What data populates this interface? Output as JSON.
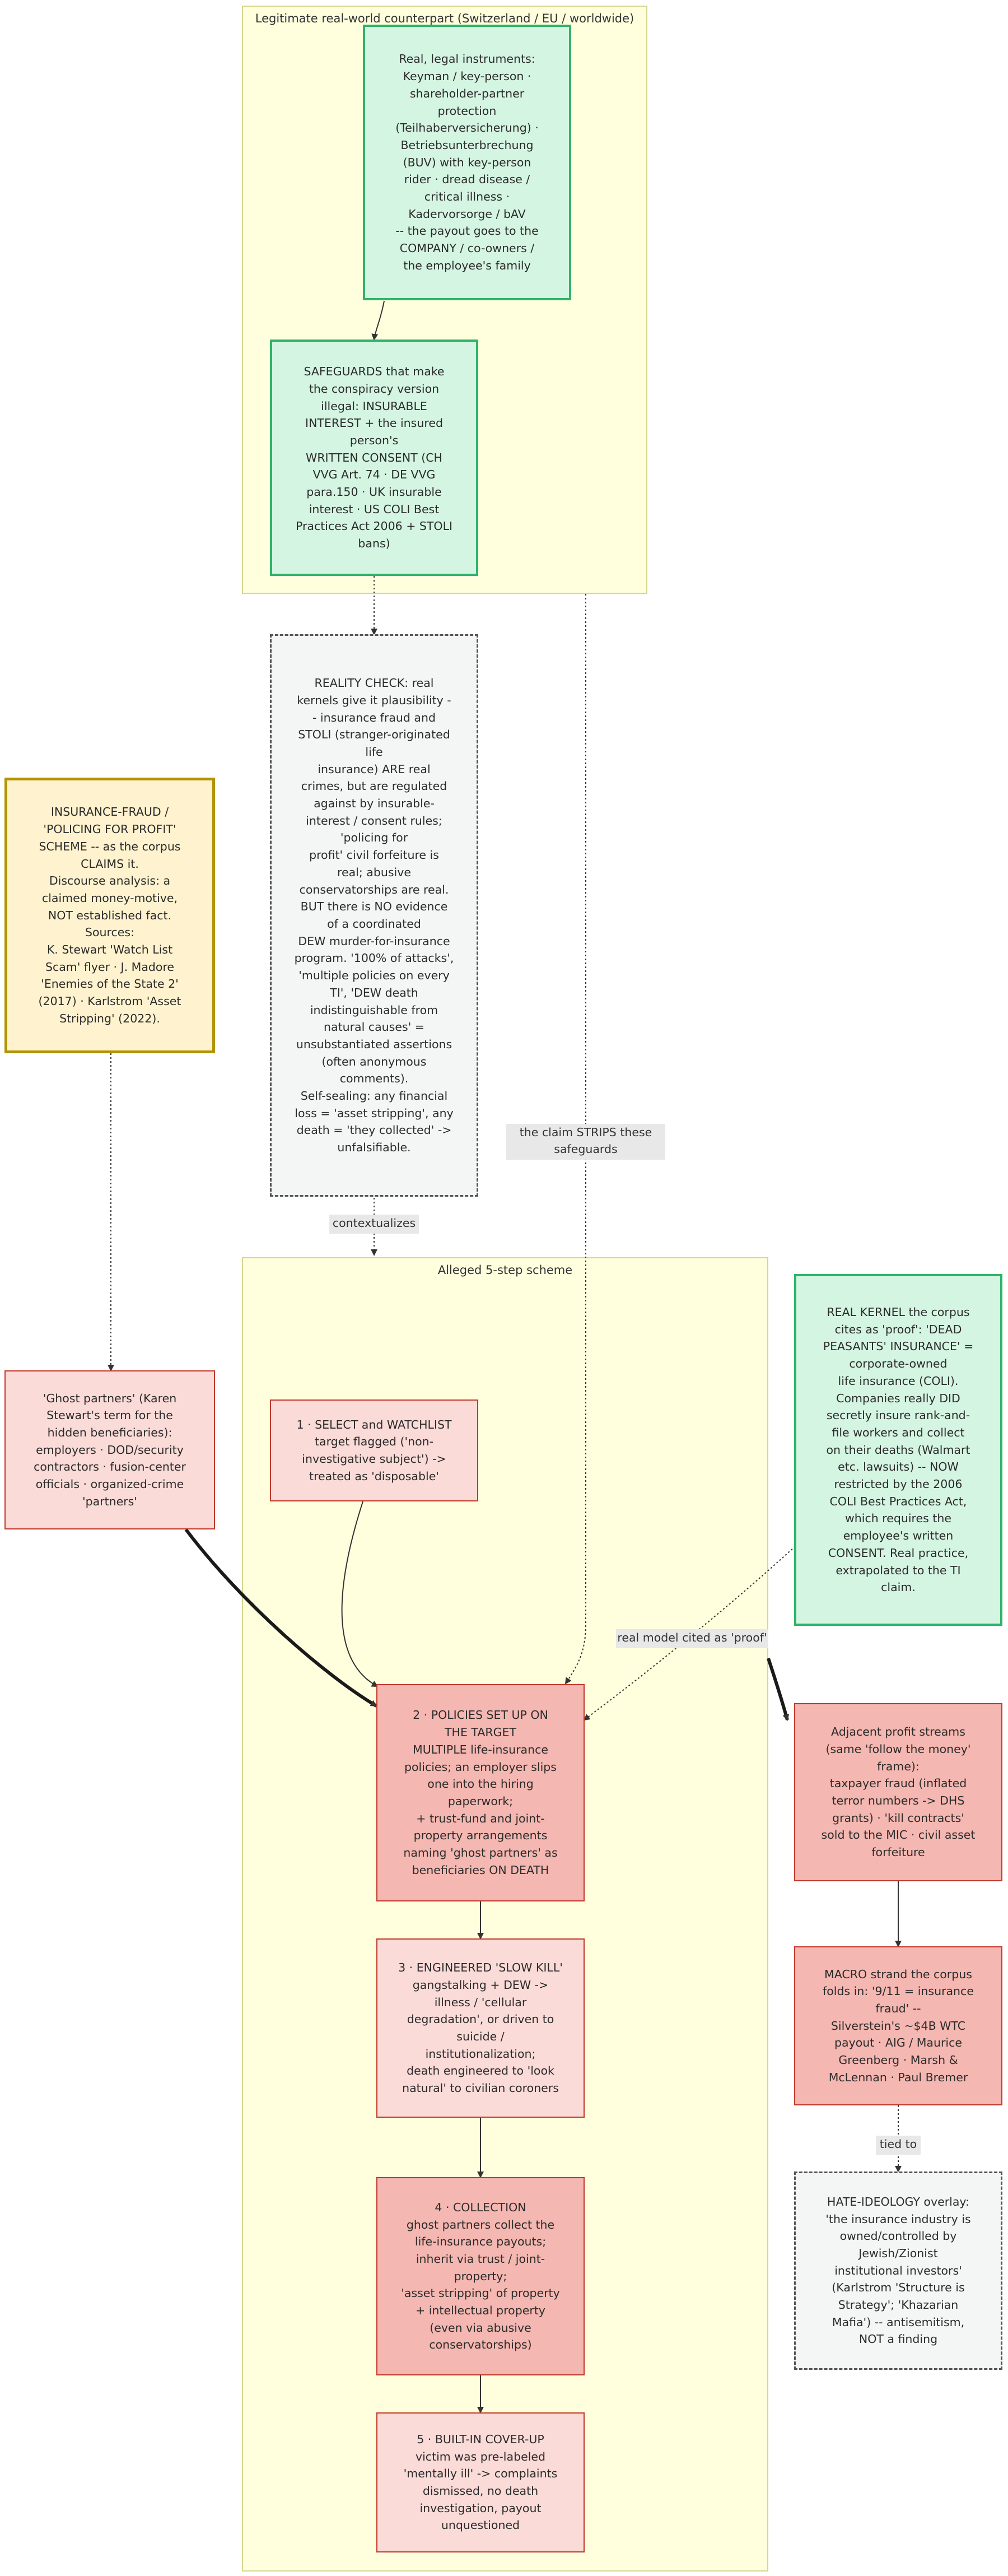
{
  "clusters": {
    "legit": {
      "title": "Legitimate real-world counterpart (Switzerland / EU / worldwide)"
    },
    "scheme": {
      "title": "Alleged 5-step scheme"
    }
  },
  "nodes": {
    "real_instruments": "Real, legal instruments:\nKeyman / key-person ·\nshareholder-partner\nprotection\n(Teilhaberversicherung) ·\nBetriebsunterbrechung\n(BUV) with key-person\nrider · dread disease /\ncritical illness ·\nKadervorsorge / bAV\n-- the payout goes to the\nCOMPANY / co-owners /\nthe employee's family",
    "safeguards": "SAFEGUARDS that make\nthe conspiracy version\nillegal: INSURABLE\nINTEREST + the insured\nperson's\nWRITTEN CONSENT (CH\nVVG Art. 74 · DE VVG\npara.150 · UK insurable\ninterest · US COLI Best\nPractices Act 2006 + STOLI\nbans)",
    "reality_check": "REALITY CHECK: real\nkernels give it plausibility -\n- insurance fraud and\nSTOLI (stranger-originated\nlife\ninsurance) ARE real\ncrimes, but are regulated\nagainst by insurable-\ninterest / consent rules;\n'policing for\nprofit' civil forfeiture is\nreal; abusive\nconservatorships are real.\nBUT there is NO evidence\nof a coordinated\nDEW murder-for-insurance\nprogram. '100% of attacks',\n'multiple policies on every\nTI', 'DEW death\nindistinguishable from\nnatural causes' =\nunsubstantiated assertions\n(often anonymous\ncomments).\nSelf-sealing: any financial\nloss = 'asset stripping', any\ndeath = 'they collected' ->\nunfalsifiable.",
    "fraud": "INSURANCE-FRAUD /\n'POLICING FOR PROFIT'\nSCHEME -- as the corpus\nCLAIMS it.\nDiscourse analysis: a\nclaimed money-motive,\nNOT established fact.\nSources:\nK. Stewart 'Watch List\nScam' flyer · J. Madore\n'Enemies of the State 2'\n(2017) · Karlstrom 'Asset\nStripping' (2022).",
    "ghost": "'Ghost partners' (Karen\nStewart's term for the\nhidden beneficiaries):\nemployers · DOD/security\ncontractors · fusion-center\nofficials · organized-crime\n'partners'",
    "step1": "1 · SELECT and WATCHLIST\ntarget flagged ('non-\ninvestigative subject') ->\ntreated as 'disposable'",
    "step2": "2 · POLICIES SET UP ON\nTHE TARGET\nMULTIPLE life-insurance\npolicies; an employer slips\none into the hiring\npaperwork;\n+ trust-fund and joint-\nproperty arrangements\nnaming 'ghost partners' as\nbeneficiaries ON DEATH",
    "step3": "3 · ENGINEERED 'SLOW KILL'\ngangstalking + DEW ->\nillness / 'cellular\ndegradation', or driven to\nsuicide /\ninstitutionalization;\ndeath engineered to 'look\nnatural' to civilian coroners",
    "step4": "4 · COLLECTION\nghost partners collect the\nlife-insurance payouts;\ninherit via trust / joint-\nproperty;\n'asset stripping' of property\n+ intellectual property\n(even via abusive\nconservatorships)",
    "step5": "5 · BUILT-IN COVER-UP\nvictim was pre-labeled\n'mentally ill' -> complaints\ndismissed, no death\ninvestigation, payout\nunquestioned",
    "kernel": "REAL KERNEL the corpus\ncites as 'proof': 'DEAD\nPEASANTS' INSURANCE' =\ncorporate-owned\nlife insurance (COLI).\nCompanies really DID\nsecretly insure rank-and-\nfile workers and collect\non their deaths (Walmart\netc. lawsuits) -- NOW\nrestricted by the 2006\nCOLI Best Practices Act,\nwhich requires the\nemployee's written\nCONSENT. Real practice,\nextrapolated to the TI\nclaim.",
    "adjacent": "Adjacent profit streams\n(same 'follow the money'\nframe):\ntaxpayer fraud (inflated\nterror numbers -> DHS\ngrants) · 'kill contracts'\nsold to the MIC · civil asset\nforfeiture",
    "macro": "MACRO strand the corpus\nfolds in: '9/11 = insurance\nfraud' --\nSilverstein's ~$4B WTC\npayout · AIG / Maurice\nGreenberg · Marsh &\nMcLennan · Paul Bremer",
    "hate": "HATE-IDEOLOGY overlay:\n'the insurance industry is\nowned/controlled by\nJewish/Zionist\ninstitutional investors'\n(Karlstrom 'Structure is\nStrategy'; 'Khazarian\nMafia') -- antisemitism,\nNOT a finding"
  },
  "edge_labels": {
    "strips": "the claim STRIPS these\nsafeguards",
    "contextualizes": "contextualizes",
    "real_model": "real model cited as 'proof'",
    "tied_to": "tied to"
  },
  "colors": {
    "cluster_fill": "#ffffde",
    "cluster_border": "#d6d68e",
    "green_fill": "#d5f5e3",
    "green_border": "#2fb36a",
    "yellow_fill": "#fff3cf",
    "yellow_border": "#b39400",
    "pink_fill": "#fadbd8",
    "red_fill": "#f5b7b1",
    "red_border": "#c0392b",
    "note_fill": "#f4f6f6",
    "edge": "#333333"
  }
}
